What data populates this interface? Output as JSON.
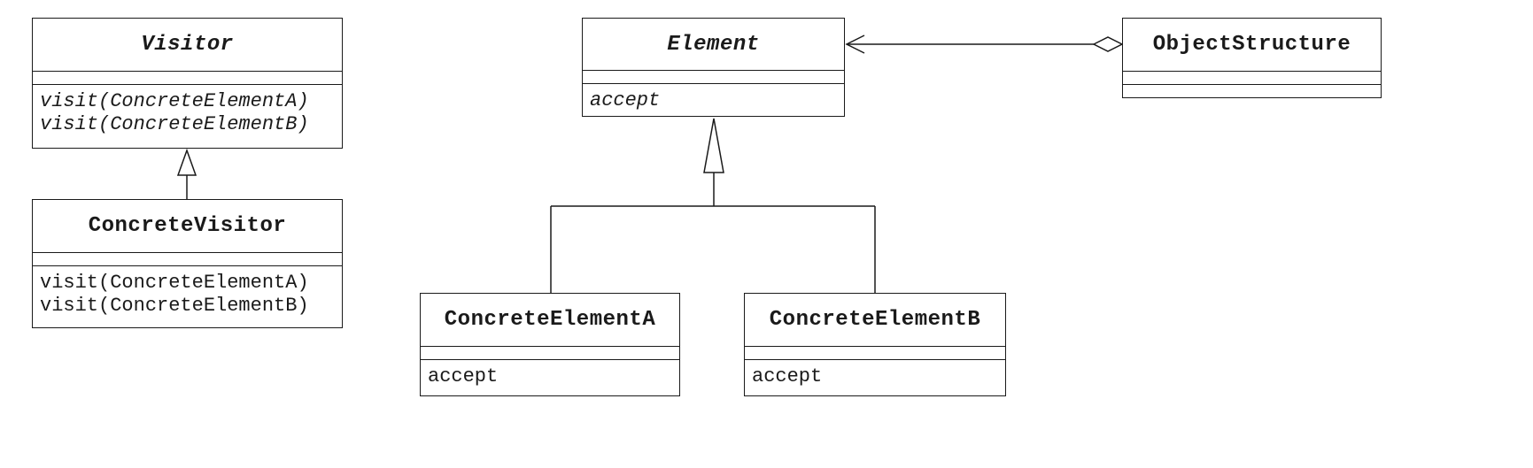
{
  "classes": {
    "visitor": {
      "name": "Visitor",
      "operations": [
        "visit(ConcreteElementA)",
        "visit(ConcreteElementB)"
      ]
    },
    "concrete_visitor": {
      "name": "ConcreteVisitor",
      "operations": [
        "visit(ConcreteElementA)",
        "visit(ConcreteElementB)"
      ]
    },
    "element": {
      "name": "Element",
      "operations": [
        "accept"
      ]
    },
    "object_structure": {
      "name": "ObjectStructure",
      "operations": []
    },
    "concrete_element_a": {
      "name": "ConcreteElementA",
      "operations": [
        "accept"
      ]
    },
    "concrete_element_b": {
      "name": "ConcreteElementB",
      "operations": [
        "accept"
      ]
    }
  },
  "colors": {
    "line": "#1a1a1a",
    "background": "#ffffff"
  }
}
